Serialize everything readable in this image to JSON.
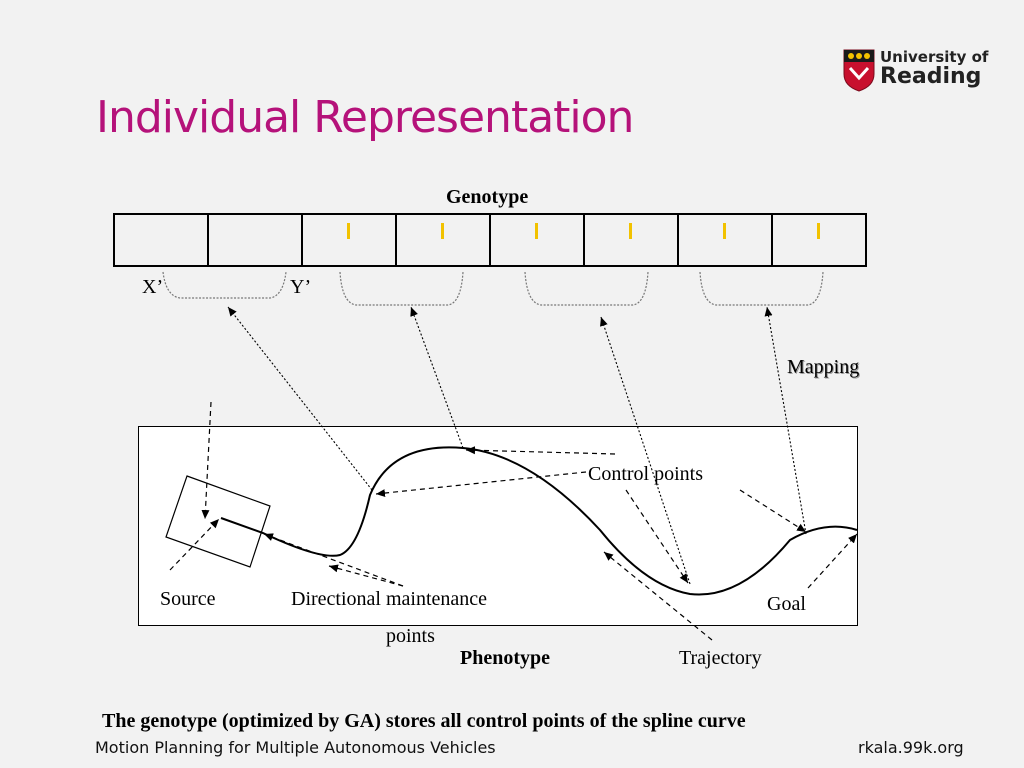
{
  "slide": {
    "title": "Individual Representation",
    "logo": {
      "line1": "University of",
      "line2": "Reading"
    },
    "diagram": {
      "genotype_label": "Genotype",
      "x_label": "X’",
      "y_label": "Y’",
      "mapping_label": "Mapping",
      "gene_cells": [
        {
          "tick": false
        },
        {
          "tick": false
        },
        {
          "tick": true
        },
        {
          "tick": true
        },
        {
          "tick": true
        },
        {
          "tick": true
        },
        {
          "tick": true
        },
        {
          "tick": true
        }
      ],
      "phenotype_label": "Phenotype",
      "source_label": "Source",
      "directional_label_line1": "Directional maintenance",
      "directional_label_line2": "points",
      "control_points_label": "Control points",
      "goal_label": "Goal",
      "trajectory_label": "Trajectory"
    },
    "caption": "The genotype (optimized by GA) stores all control points of the spline curve",
    "footer_left": "Motion Planning  for Multiple Autonomous Vehicles",
    "footer_right": "rkala.99k.org",
    "colors": {
      "title": "#b5127a",
      "tick": "#f2c200",
      "logo_shield": "#c8102e"
    }
  }
}
